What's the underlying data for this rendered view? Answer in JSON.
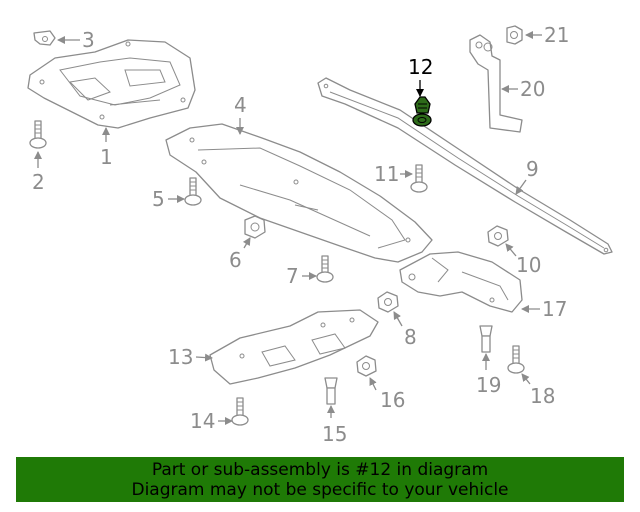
{
  "diagram": {
    "callouts": [
      "1",
      "2",
      "3",
      "4",
      "5",
      "6",
      "7",
      "8",
      "9",
      "10",
      "11",
      "12",
      "13",
      "14",
      "15",
      "16",
      "17",
      "18",
      "19",
      "20",
      "21"
    ],
    "highlighted_part": "12",
    "colors": {
      "line": "#8c8c8c",
      "highlight_fill": "#2e6b1a",
      "highlight_stroke": "#000000",
      "banner_background": "#1f7a06"
    }
  },
  "banner": {
    "line1": "Part or sub-assembly is #12 in diagram",
    "line2": "Diagram may not be specific to your vehicle"
  }
}
